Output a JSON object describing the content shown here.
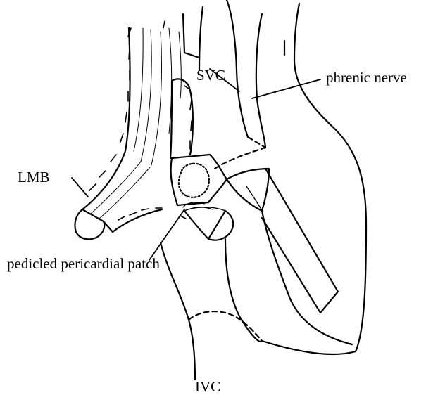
{
  "labels": {
    "svc": "SVC",
    "phrenic_nerve": "phrenic nerve",
    "lmb": "LMB",
    "patch": "pedicled pericardial patch",
    "ivc": "IVC"
  },
  "colors": {
    "line": "#000000",
    "background": "#ffffff"
  }
}
